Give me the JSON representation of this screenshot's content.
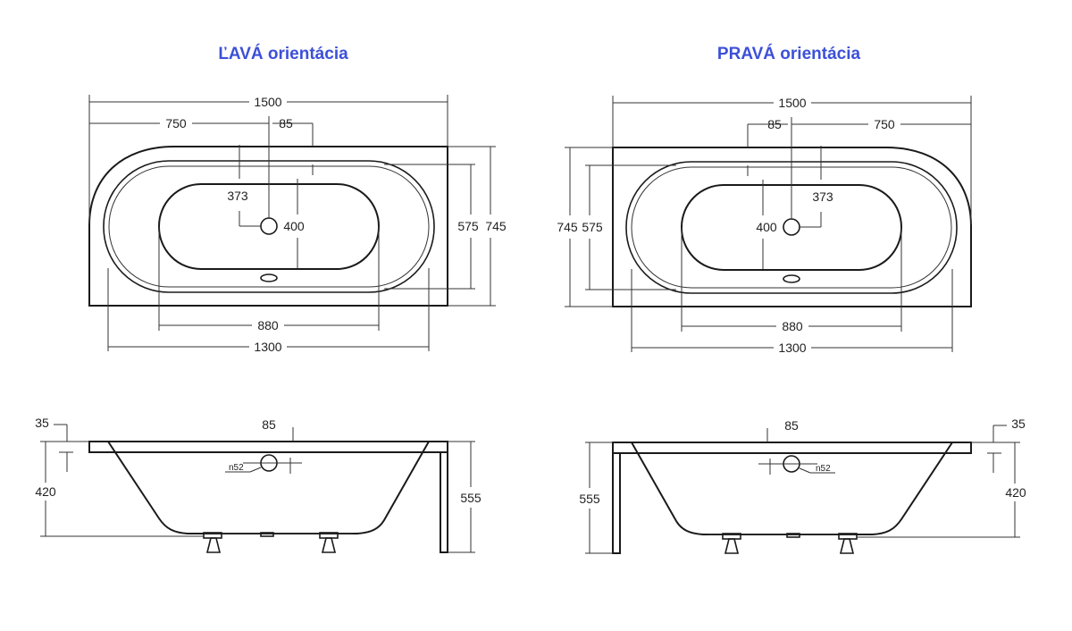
{
  "titles": {
    "left": "ĽAVÁ orientácia",
    "right": "PRAVÁ orientácia"
  },
  "top_view": {
    "overall_length": "1500",
    "half_length": "750",
    "overflow_offset": "85",
    "waste_offset": "373",
    "waste_position": "400",
    "inner_width": "575",
    "overall_width": "745",
    "bottom_length": "880",
    "inner_length": "1300"
  },
  "side_view": {
    "rim_thickness": "35",
    "overflow_offset": "85",
    "overflow_diameter": "n52",
    "inner_depth": "420",
    "total_height": "555"
  },
  "colors": {
    "title": "#3c50d8",
    "lines": "#1a1a1a"
  }
}
